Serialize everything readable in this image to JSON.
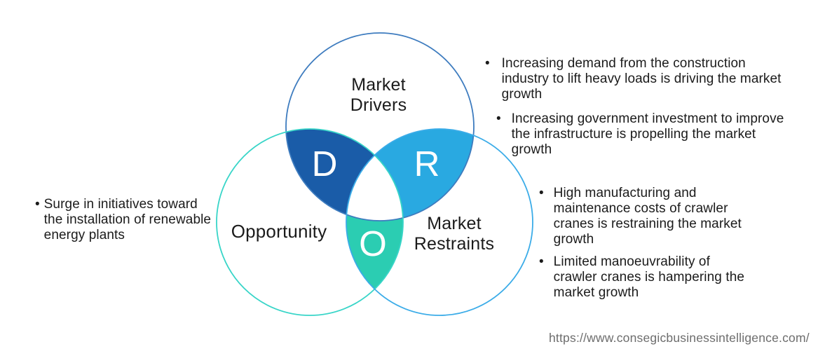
{
  "venn": {
    "circles": [
      {
        "id": "drivers",
        "label": "Market\nDrivers",
        "letter": "D",
        "stroke": "#3E7CBF",
        "lens_fill": "#1A5CA8"
      },
      {
        "id": "restraints",
        "label": "Market\nRestraints",
        "letter": "R",
        "stroke": "#3BACE8",
        "lens_fill": "#29A9E1"
      },
      {
        "id": "opportunity",
        "label": "Opportunity",
        "letter": "O",
        "stroke": "#38D5C8",
        "lens_fill": "#2BCDB2"
      }
    ]
  },
  "annotations": {
    "drivers": {
      "bullet": "•",
      "items": [
        {
          "text": "Increasing demand from the construction\nindustry to lift heavy loads is driving the market\ngrowth"
        },
        {
          "text": "Increasing government investment to improve\nthe infrastructure is propelling the market\ngrowth"
        }
      ]
    },
    "restraints": {
      "bullet": "•",
      "items": [
        {
          "text": "High manufacturing and\nmaintenance costs of crawler\ncranes is restraining the market\ngrowth"
        },
        {
          "text": "Limited manoeuvrability of\ncrawler cranes is hampering the\nmarket growth"
        }
      ]
    },
    "opportunity": {
      "bullet": "•",
      "items": [
        {
          "text": "Surge in initiatives toward\nthe installation of renewable\nenergy plants"
        }
      ]
    }
  },
  "footer": {
    "url": "https://www.consegicbusinessintelligence.com/"
  }
}
